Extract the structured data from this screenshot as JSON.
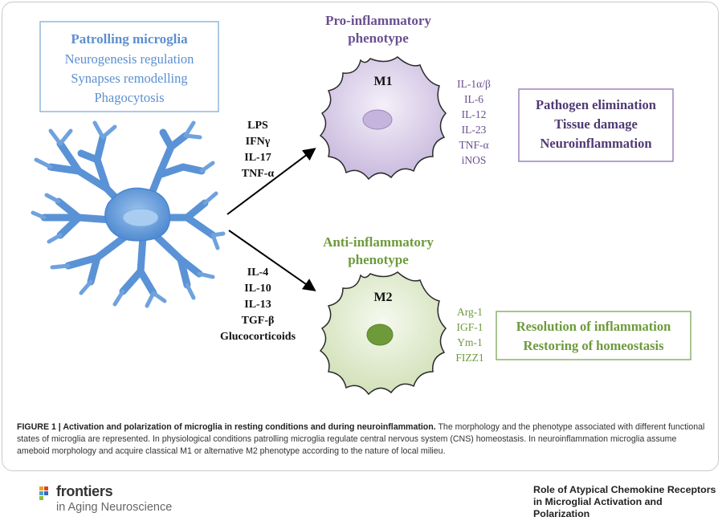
{
  "colors": {
    "resting": "#5b8fcf",
    "m1": "#6a4f8f",
    "m1_fill": "#ddd3ea",
    "m2": "#6e9a3c",
    "m2_fill": "#e6eed7",
    "arrow": "#000000"
  },
  "resting_box": {
    "title": "Patrolling microglia",
    "lines": [
      "Neurogenesis regulation",
      "Synapses remodelling",
      "Phagocytosis"
    ]
  },
  "stimuli_m1": [
    "LPS",
    "IFNγ",
    "IL-17",
    "TNF-α"
  ],
  "stimuli_m2": [
    "IL-4",
    "IL-10",
    "IL-13",
    "TGF-β",
    "Glucocorticoids"
  ],
  "m1": {
    "heading_line1": "Pro-inflammatory",
    "heading_line2": "phenotype",
    "label": "M1",
    "markers": [
      "IL-1α/β",
      "IL-6",
      "IL-12",
      "IL-23",
      "TNF-α",
      "iNOS"
    ],
    "effects": [
      "Pathogen elimination",
      "Tissue damage",
      "Neuroinflammation"
    ]
  },
  "m2": {
    "heading_line1": "Anti-inflammatory",
    "heading_line2": "phenotype",
    "label": "M2",
    "markers": [
      "Arg-1",
      "IGF-1",
      "Ym-1",
      "FIZZ1"
    ],
    "effects": [
      "Resolution of inflammation",
      "Restoring of homeostasis"
    ]
  },
  "caption": {
    "bold": "FIGURE 1 | Activation and polarization of microglia in resting conditions and during neuroinflammation.",
    "text": " The morphology and the phenotype associated with different functional states of microglia are represented. In physiological conditions patrolling microglia regulate central nervous system (CNS) homeostasis. In neuroinflammation microglia assume ameboid morphology and acquire classical M1 or alternative M2 phenotype according to the nature of local milieu."
  },
  "logo": {
    "line1": "frontiers",
    "line2": "in Aging Neuroscience"
  },
  "paper_title": "Role of Atypical Chemokine Receptors in Microglial Activation and Polarization"
}
